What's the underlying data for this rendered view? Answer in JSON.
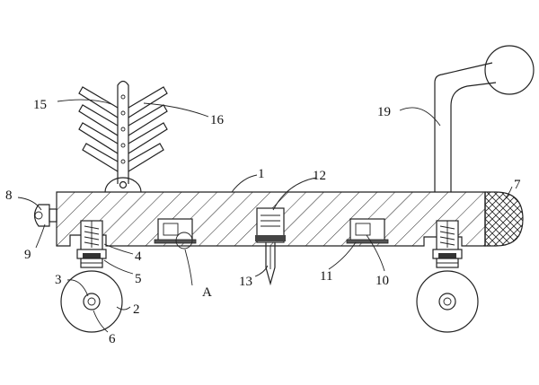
{
  "figure": {
    "labels": [
      {
        "id": "label-1",
        "text": "1"
      },
      {
        "id": "label-2",
        "text": "2"
      },
      {
        "id": "label-3",
        "text": "3"
      },
      {
        "id": "label-4",
        "text": "4"
      },
      {
        "id": "label-5",
        "text": "5"
      },
      {
        "id": "label-6",
        "text": "6"
      },
      {
        "id": "label-7",
        "text": "7"
      },
      {
        "id": "label-8",
        "text": "8"
      },
      {
        "id": "label-9",
        "text": "9"
      },
      {
        "id": "label-10",
        "text": "10"
      },
      {
        "id": "label-11",
        "text": "11"
      },
      {
        "id": "label-12",
        "text": "12"
      },
      {
        "id": "label-13",
        "text": "13"
      },
      {
        "id": "label-15",
        "text": "15"
      },
      {
        "id": "label-16",
        "text": "16"
      },
      {
        "id": "label-19",
        "text": "19"
      },
      {
        "id": "label-A",
        "text": "A"
      }
    ]
  },
  "colors": {
    "line": "#222222",
    "background": "#ffffff",
    "hatch": "#222222",
    "seal": "#333333"
  }
}
